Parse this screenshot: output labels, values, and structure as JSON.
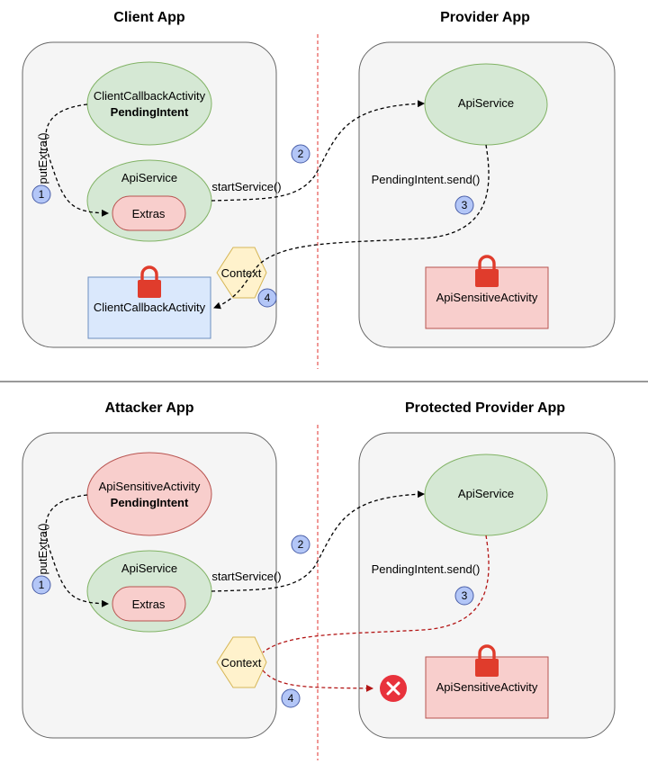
{
  "top": {
    "left_title": "Client App",
    "right_title": "Provider App",
    "callback_node_line1": "ClientCallbackActivity",
    "callback_node_line2": "PendingIntent",
    "client_service": "ApiService",
    "extras": "Extras",
    "put_extra": "putExtra()",
    "start_service": "startService()",
    "provider_service": "ApiService",
    "send": "PendingIntent.send()",
    "context": "Context",
    "callback_activity": "ClientCallbackActivity",
    "sensitive_activity": "ApiSensitiveActivity",
    "steps": [
      "1",
      "2",
      "3",
      "4"
    ]
  },
  "bottom": {
    "left_title": "Attacker App",
    "right_title": "Protected Provider App",
    "pending_node_line1": "ApiSensitiveActivity",
    "pending_node_line2": "PendingIntent",
    "client_service": "ApiService",
    "extras": "Extras",
    "put_extra": "putExtra()",
    "start_service": "startService()",
    "provider_service": "ApiService",
    "send": "PendingIntent.send()",
    "context": "Context",
    "sensitive_activity": "ApiSensitiveActivity",
    "steps": [
      "1",
      "2",
      "3",
      "4"
    ]
  },
  "colors": {
    "panel_fill": "#f5f5f5",
    "panel_stroke": "#666666",
    "green_fill": "#d5e8d4",
    "green_stroke": "#82b366",
    "red_fill": "#f8cecc",
    "red_stroke": "#b85450",
    "yellow_fill": "#fff2cc",
    "yellow_stroke": "#d6b656",
    "blue_fill": "#dae8fc",
    "blue_stroke": "#6c8ebf",
    "step_fill": "#b3c6f7",
    "step_stroke": "#4a5fa8",
    "divider": "#e0302e",
    "lock": "#e03c2c",
    "deny": "#e8323c"
  },
  "icons": [
    "lock-icon",
    "deny-icon"
  ]
}
